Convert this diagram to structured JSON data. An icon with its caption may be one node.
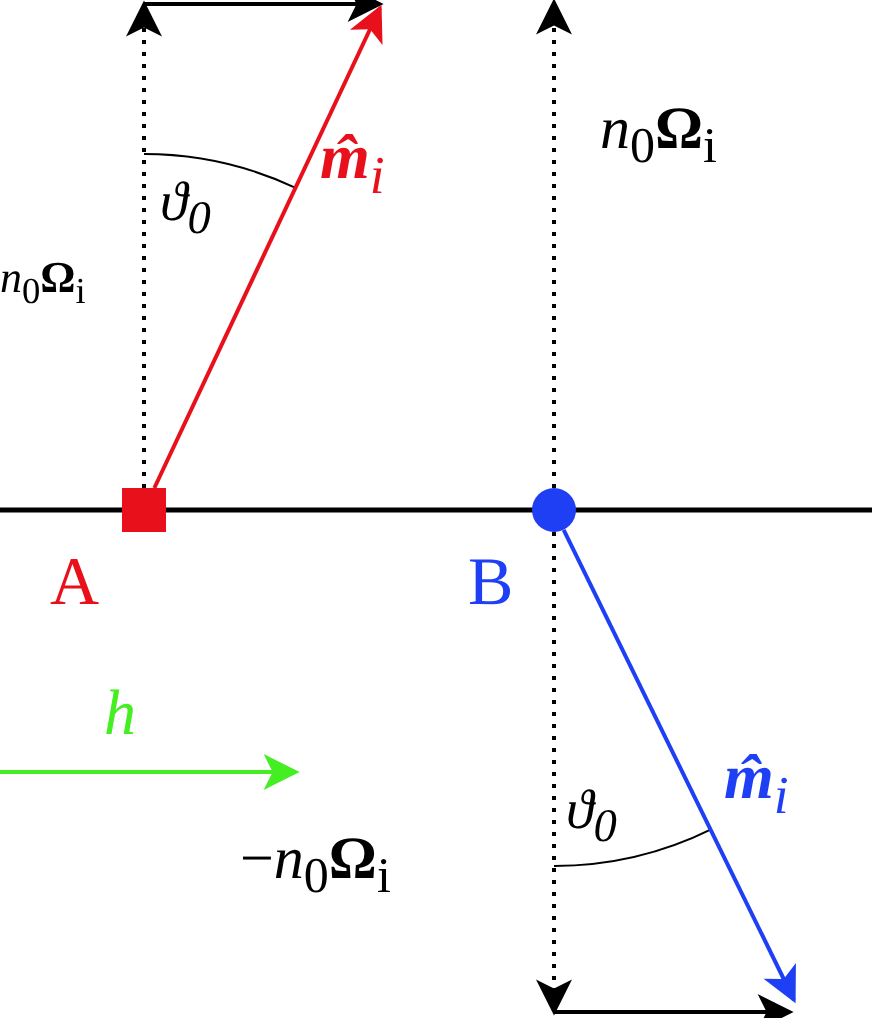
{
  "diagram": {
    "nodes": [
      {
        "text": [],
        "shape": "box",
        "beside": [
          "A"
        ]
      },
      {
        "text": [],
        "shape": "circle",
        "beside": [
          "B"
        ]
      }
    ],
    "edges": [
      {
        "from": 0,
        "to": null,
        "arrow": "to",
        "color": "#e8101a",
        "label": "**m̂**$_{i}$"
      },
      {
        "from": 1,
        "to": null,
        "arrow": "to",
        "color": "#1f3ff5",
        "label": "**m̂**$_{i}$"
      }
    ],
    "labels": [
      "*n*$_{0}$**Ω**$_{i}$",
      "ϑ$_{0}$",
      "*n*$_{0}$**Ω**$_{i}$",
      "h",
      "ϑ$_{0}$",
      "−*n*$_{0}$**Ω**$_{i}$"
    ]
  }
}
